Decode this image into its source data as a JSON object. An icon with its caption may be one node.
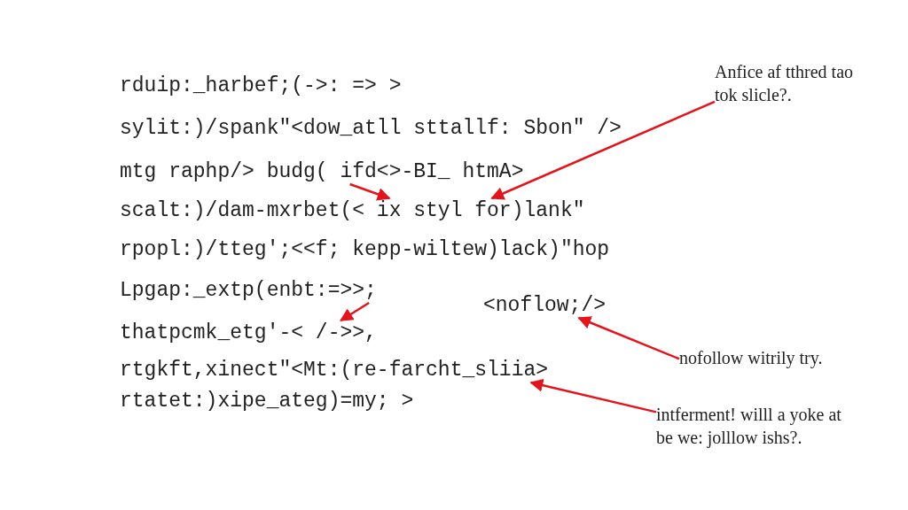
{
  "diagram": {
    "nodes": [
      {
        "text": [
          "rduip:_harbef;(->: => >"
        ]
      },
      {
        "text": [
          "sylit:)/spank\"<dow_atll sttallf: Sbon\" />"
        ]
      },
      {
        "text": [
          "mtg raphp/> budg( ifd<>-BI_ htmA>"
        ]
      },
      {
        "text": [
          "scalt:)/dam-mxrbet(< ix styl for)lank\""
        ]
      },
      {
        "text": [
          "rpopl:)/tteg';<<f; kepp-wiltew)lack)\"hop"
        ]
      },
      {
        "text": [
          "Lpgap:_extp(enbt:=>>;"
        ]
      },
      {
        "text": [
          "thatpcmk_etg'-< /->>,"
        ]
      },
      {
        "text": [
          "rtgkft,xinect\"<Mt:(re-farcht_sliia>"
        ]
      },
      {
        "text": [
          "rtatet:)xipe_ateg)=my; >"
        ]
      },
      {
        "text": [
          "<noflow;/>"
        ]
      },
      {
        "text": [
          "Anfice af tthred tao tok slicle?."
        ]
      },
      {
        "text": [
          "nofollow witrily try."
        ]
      },
      {
        "text": [
          "intferment! willl a yoke at be we: jolllow ishs?."
        ]
      }
    ],
    "edges": [
      {
        "from": 10,
        "to": 3,
        "arrow": "to"
      },
      {
        "from": 2,
        "to": 3,
        "arrow": "to"
      },
      {
        "from": 11,
        "to": 9,
        "arrow": "to"
      },
      {
        "from": 12,
        "to": 7,
        "arrow": "to"
      },
      {
        "from": 5,
        "to": 6,
        "arrow": "to"
      }
    ]
  }
}
